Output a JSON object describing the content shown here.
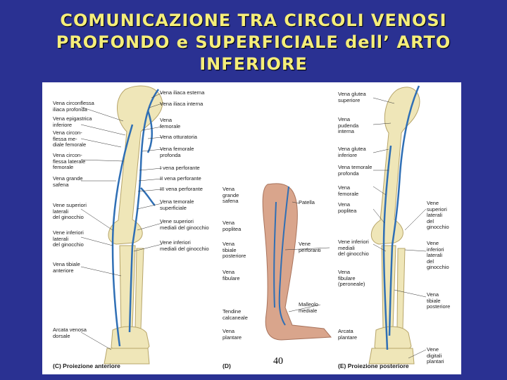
{
  "title": {
    "line1": "COMUNICAZIONE TRA CIRCOLI VENOSI",
    "line2": "PROFONDO e SUPERFICIALE dell’ ARTO",
    "line3": "INFERIORE"
  },
  "panel_c": {
    "caption": "(C) Proiezione anteriore",
    "left_labels": [
      "Vena circonflessa\niliaca profonda",
      "Vena epigastrica\ninferiore",
      "Vena circon-\nflessa me-\ndiale femorale",
      "Vena circon-\nflessa laterale\nfemorale",
      "Vena grande\nsafena",
      "Vene superiori\nlaterali\ndel ginocchio",
      "Vene inferiori\nlaterali\ndel ginocchio",
      "Vena tibiale\nanteriore",
      "Arcata venosa\ndorsale"
    ],
    "right_labels": [
      "Vena iliaca esterna",
      "Vena iliaca interna",
      "Vena\nfemorale",
      "Vena otturatoria",
      "Vena femorale\nprofonda",
      "I vena perforante",
      "II vena perforante",
      "III vena perforante",
      "Vena temorale\nsuperficiale",
      "Vene superiori\nmediali del ginocchio",
      "Vene inferiori\nmediali del ginocchio"
    ]
  },
  "panel_d": {
    "caption": "(D)",
    "left_labels": [
      "Vena\ngrande\nsafena",
      "Vena\npoplitea",
      "Vena\ntibiale\nposteriore",
      "Vena\nfibulare",
      "Tendine\ncalcaneale",
      "Vena\nplantare"
    ],
    "right_labels": [
      "Patella",
      "Vene\nperforanti",
      "Malleolo\nmediale"
    ]
  },
  "panel_e": {
    "caption": "(E) Proiezione posteriore",
    "left_labels": [
      "Vena glutea\nsuperiore",
      "Vena\npudenda\ninterna",
      "Vena glutea\ninferiore",
      "Vena temorale\nprofonda",
      "Vena\nfemorale",
      "Vena\npoplitea",
      "Vene inferiori\nmediali\ndel ginocchio",
      "Vena\nfibulare\n(peroneale)",
      "Arcata\nplantare"
    ],
    "right_labels": [
      "Vene\nsuperiori\nlaterali\ndel\nginocchio",
      "Vene\ninferiori\nlaterali\ndel\nginocchio",
      "Vena\ntibiale\nposteriore",
      "Vene\ndigitali\nplantari"
    ]
  },
  "page_number": "40",
  "colors": {
    "background": "#2a3192",
    "title": "#f5ee7a",
    "bone": "#efe6b8",
    "vein": "#2f6fb5",
    "skin": "#d9a58c"
  }
}
